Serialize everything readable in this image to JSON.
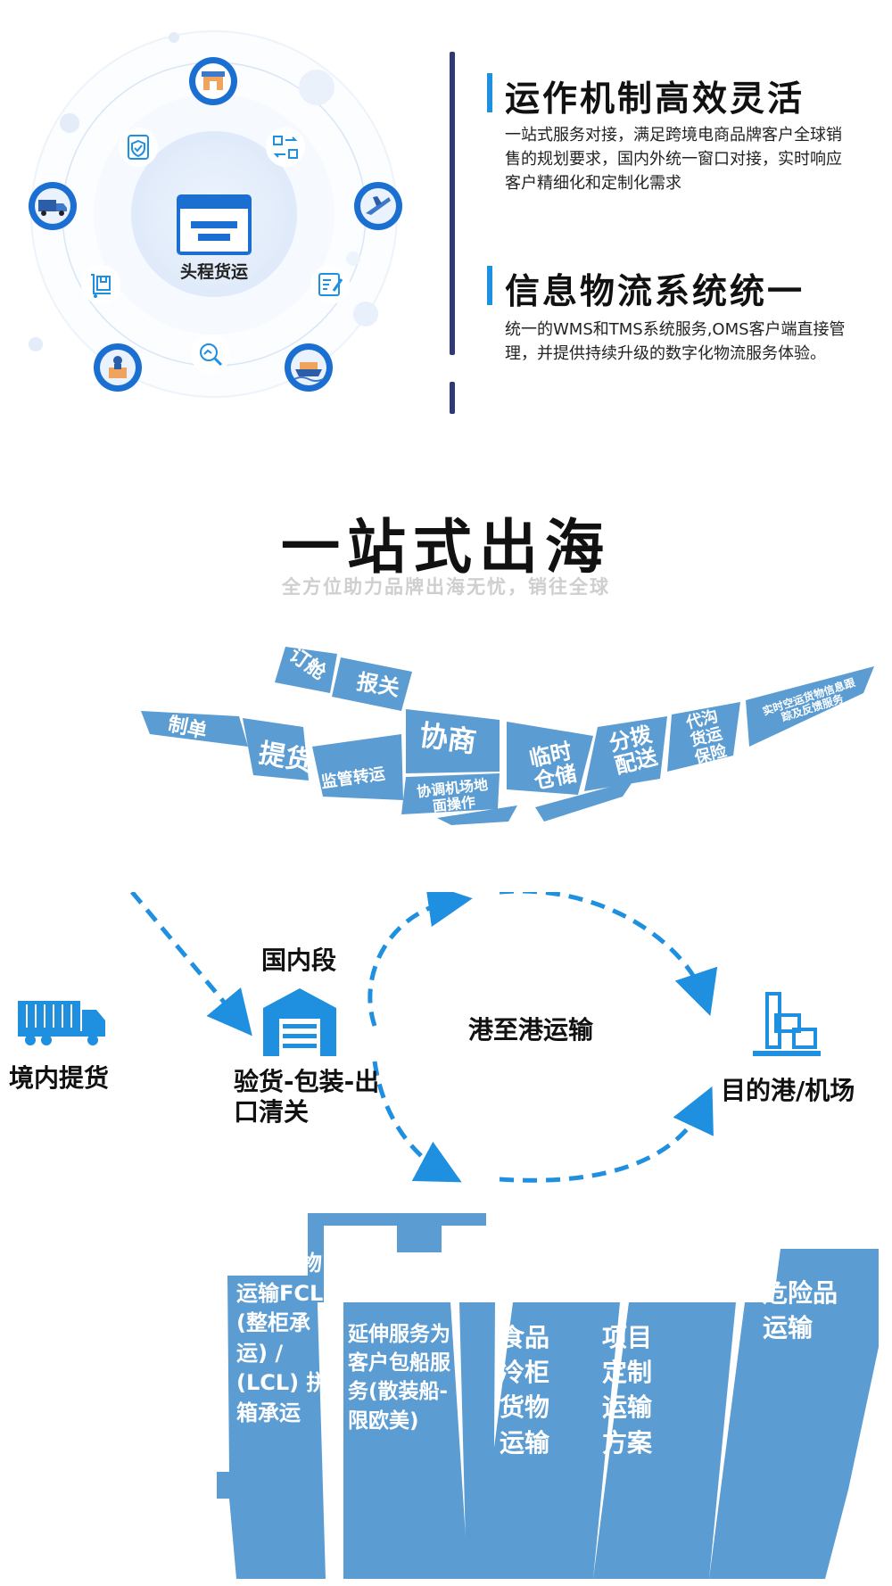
{
  "hub": {
    "center_label": "头程货运",
    "icons": [
      "warehouse-icon",
      "swap-icon",
      "plane-icon",
      "form-edit-icon",
      "ship-icon",
      "map-search-icon",
      "factory-worker-icon",
      "package-cart-icon",
      "truck-icon",
      "shield-check-icon",
      "window-icon"
    ]
  },
  "features": [
    {
      "title": "运作机制高效灵活",
      "desc": "一站式服务对接，满足跨境电商品牌客户全球销售的规划要求，国内外统一窗口对接，实时响应客户精细化和定制化需求"
    },
    {
      "title": "信息物流系统统一",
      "desc": "统一的WMS和TMS系统服务,OMS客户端直接管理，并提供持续升级的数字化物流服务体验。"
    }
  ],
  "heading": {
    "title": "一站式出海",
    "subtitle": "全方位助力品牌出海无忧，销往全球"
  },
  "plane_services": [
    "订舱",
    "制单",
    "报关",
    "提货",
    "监管转运",
    "协商",
    "协调机场地面操作",
    "临时仓储",
    "分拨配送",
    "代沟货运保险",
    "实时空运货物信息跟踪及反馈服务"
  ],
  "flow": {
    "domestic_section": "国内段",
    "pickup": "境内提货",
    "inspection": "验货-包装-出口清关",
    "port_to_port": "港至港运输",
    "destination": "目的港/机场"
  },
  "ship_services": [
    "普通货物运输FCL (整柜承运) / (LCL) 拼箱承运",
    "延伸服务为客户包船服务(散装船-限欧美)",
    "食品冷柜货物运输",
    "项目定制运输方案",
    "危险品运输"
  ],
  "colors": {
    "accent_blue": "#1f8fe0",
    "panel_blue": "#5b9cd3",
    "divider_navy": "#2f3a73",
    "icon_blue": "#1a6fd1"
  }
}
